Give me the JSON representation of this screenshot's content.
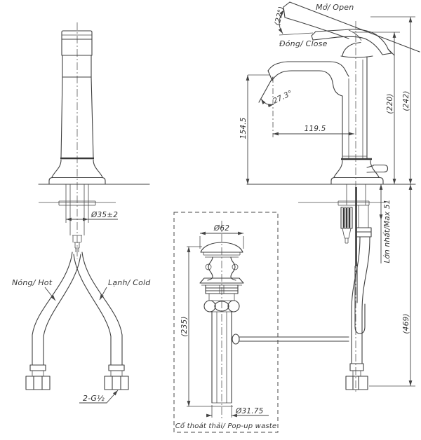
{
  "labels": {
    "open": "Mở/ Open",
    "open_angle": "(22°)",
    "close": "Đóng/ Close",
    "spout_angle": "27.3°",
    "hot": "Nóng/ Hot",
    "cold": "Lạnh/ Cold",
    "supply_thread": "2-G½",
    "max_deck": "Lớn nhất/Max 51",
    "popup_waste": "Cổ thoát thải/ Pop-up waste"
  },
  "dimensions": {
    "spout_height": "154.5",
    "spout_reach": "119.5",
    "closed_height": "(220)",
    "open_height": "(242)",
    "deck_hole": "Ø35±2",
    "cap_dia": "Ø62",
    "waste_height": "(235)",
    "tail_dia": "Ø31.75",
    "total_height": "(469)"
  }
}
